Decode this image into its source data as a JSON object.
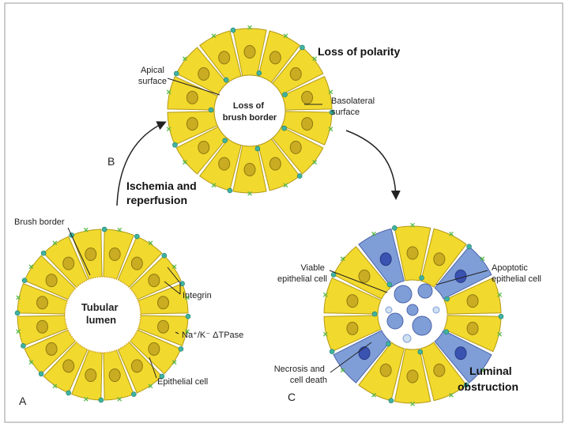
{
  "panels": {
    "a": {
      "letter": "A",
      "center_label": [
        "Tubular",
        "lumen"
      ]
    },
    "b": {
      "letter": "B",
      "title": "Loss of polarity",
      "center_label": [
        "Loss of",
        "brush border"
      ]
    },
    "c": {
      "letter": "C",
      "title": [
        "Luminal",
        "obstruction"
      ]
    }
  },
  "labels": {
    "brush_border": "Brush border",
    "integrin": "Integrin",
    "na_k_atpase": "Na⁺/K⁻  ΔTPase",
    "epithelial_cell": "Epithelial cell",
    "apical_surface": [
      "Apical",
      "surface"
    ],
    "basolateral_surface": [
      "Basolateral",
      "surface"
    ],
    "ischemia": [
      "Ischemia and",
      "reperfusion"
    ],
    "viable_cell": [
      "Viable",
      "epithelial cell"
    ],
    "apoptotic_cell": [
      "Apoptotic",
      "epithelial cell"
    ],
    "necrosis": [
      "Necrosis and",
      "cell death"
    ]
  },
  "colors": {
    "cell_fill": "#f2d92e",
    "cell_stroke": "#b39a14",
    "nucleus": "#c9ac22",
    "apoptotic_fill": "#7f9ed8",
    "apoptotic_nucleus": "#3a52b0",
    "integrin": "#59b84a",
    "pump": "#3fb3a0",
    "background": "#ffffff"
  }
}
